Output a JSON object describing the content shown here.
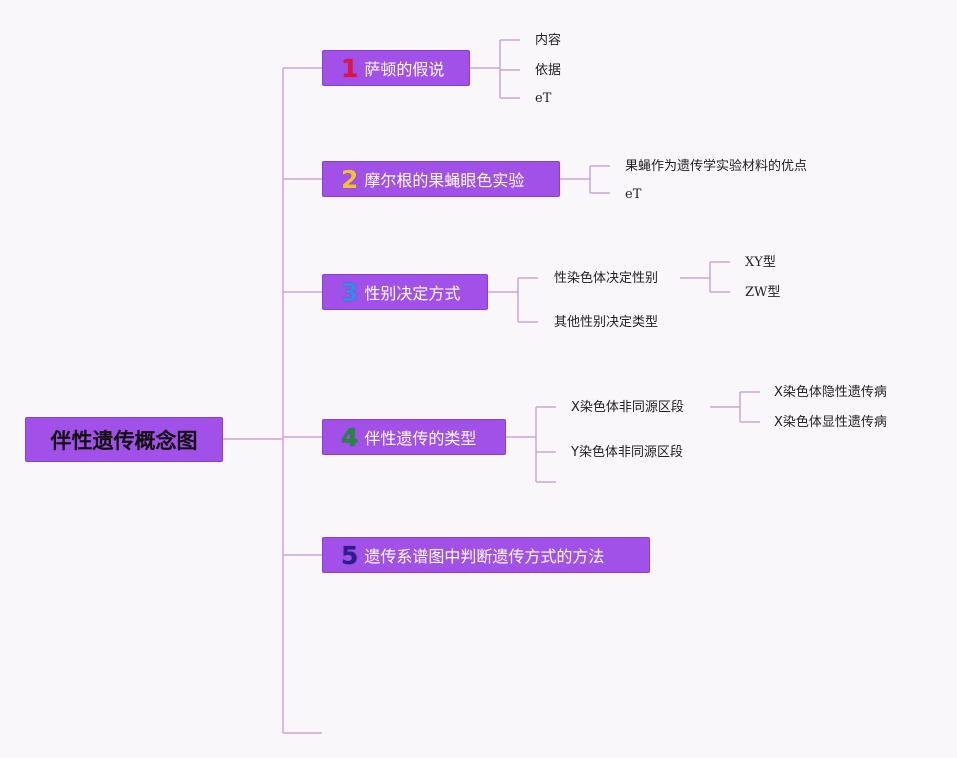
{
  "central_topic": "伴性遗传概念图",
  "colors": {
    "node_fill": "#a150e8",
    "line": "#c9a6d6",
    "num1": "#e0143c",
    "num2": "#f2c230",
    "num3": "#2f8fe8",
    "num4": "#1f8a3a",
    "num5": "#2a1f8f"
  },
  "branches": [
    {
      "number": "1",
      "label": "萨顿的假说",
      "children": [
        "内容",
        "依据",
        "eT"
      ]
    },
    {
      "number": "2",
      "label": "摩尔根的果蝇眼色实验",
      "children": [
        "果蝇作为遗传学实验材料的优点",
        "eT"
      ]
    },
    {
      "number": "3",
      "label": "性别决定方式",
      "children": [
        {
          "label": "性染色体决定性别",
          "children": [
            "XY型",
            "ZW型"
          ]
        },
        {
          "label": "其他性别决定类型"
        }
      ]
    },
    {
      "number": "4",
      "label": "伴性遗传的类型",
      "children": [
        {
          "label": "X染色体非同源区段",
          "children": [
            "X染色体隐性遗传病",
            "X染色体显性遗传病"
          ]
        },
        {
          "label": "Y染色体非同源区段"
        }
      ]
    },
    {
      "number": "5",
      "label": "遗传系谱图中判断遗传方式的方法"
    }
  ]
}
